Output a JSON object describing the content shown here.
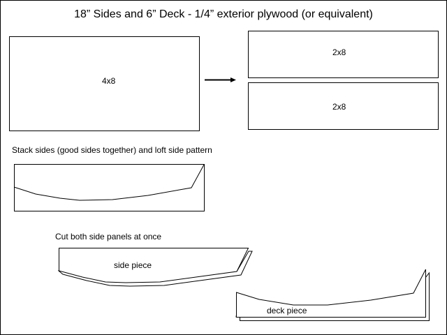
{
  "title": "18” Sides and 6” Deck - 1/4” exterior plywood (or equivalent)",
  "sheets": {
    "full": "4x8",
    "half_top": "2x8",
    "half_bottom": "2x8"
  },
  "steps": {
    "stack": "Stack sides (good sides together) and loft side pattern",
    "cut": "Cut both side panels at once"
  },
  "pieces": {
    "side": "side piece",
    "deck": "deck piece"
  }
}
